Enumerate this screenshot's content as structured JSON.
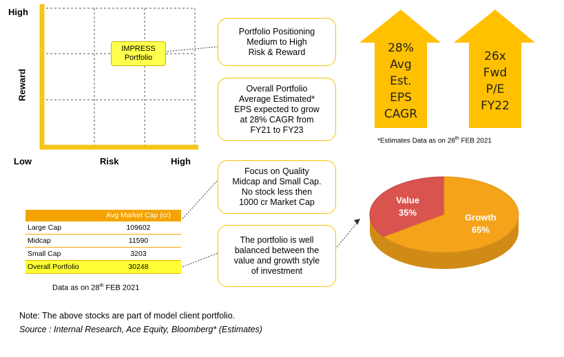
{
  "risk_reward": {
    "y_high": "High",
    "y_label": "Reward",
    "x_low": "Low",
    "x_label": "Risk",
    "x_high": "High",
    "marker_label": "IMPRESS\nPortfolio"
  },
  "callouts": {
    "positioning": "Portfolio Positioning\nMedium to High\nRisk & Reward",
    "eps": "Overall Portfolio\nAverage Estimated*\nEPS expected to grow\nat 28% CAGR from\nFY21 to FY23",
    "quality": "Focus on Quality\nMidcap and Small Cap.\nNo stock less then\n1000 cr Market Cap",
    "balance": "The portfolio is well\nbalanced between the\nvalue and growth style\nof investment"
  },
  "arrows": {
    "eps_arrow": "28%\nAvg\nEst.\nEPS\nCAGR",
    "pe_arrow": "26x\nFwd\nP/E\nFY22",
    "estimates_note": "*Estimates Data as on 28",
    "estimates_sup": "th",
    "estimates_tail": " FEB 2021",
    "arrow_color": "#ffc000"
  },
  "market_cap_table": {
    "header": "Avg Market Cap (cr)",
    "rows": [
      {
        "label": "Large Cap",
        "value": "109602"
      },
      {
        "label": "Midcap",
        "value": "11590"
      },
      {
        "label": "Small Cap",
        "value": "3203"
      },
      {
        "label": "Overall Portfolio",
        "value": "30248"
      }
    ],
    "data_note": "Data as on 28",
    "data_note_sup": "th",
    "data_note_tail": " FEB 2021"
  },
  "chart_data": {
    "type": "pie",
    "categories": [
      "Value",
      "Growth"
    ],
    "values": [
      35,
      65
    ],
    "labels": [
      "35%",
      "65%"
    ],
    "colors": [
      "#d9534f",
      "#f5a31a"
    ]
  },
  "footer": {
    "note": "Note: The above stocks are part of model client portfolio.",
    "source": "Source : Internal Research, Ace Equity, Bloomberg* (Estimates)"
  }
}
